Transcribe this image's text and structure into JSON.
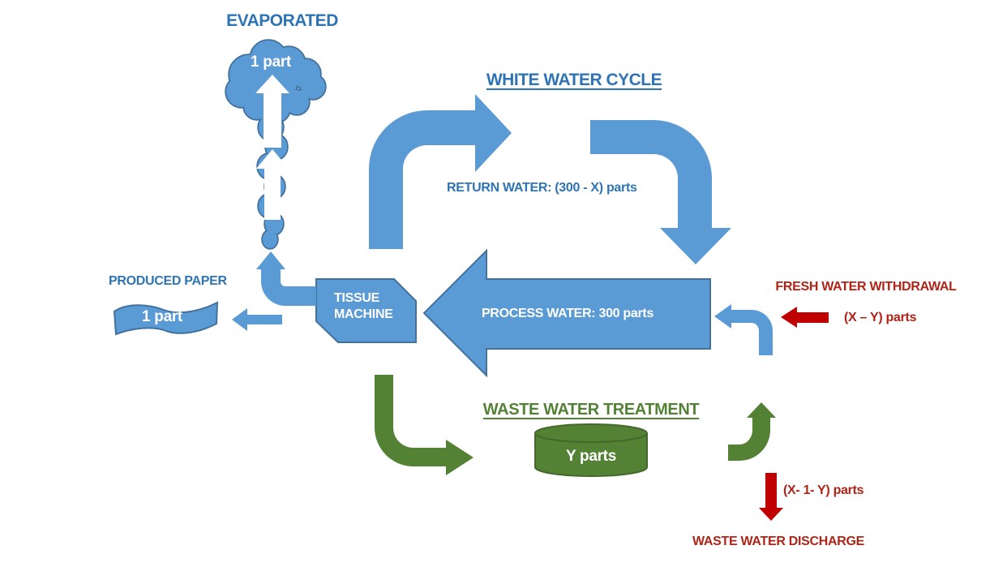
{
  "colors": {
    "blue": "#5B9BD5",
    "blue_border": "#41719C",
    "green": "#548235",
    "green_border": "#44682A",
    "red": "#C00000",
    "text_blue": "#2E74B5",
    "text_green": "#538135",
    "text_red": "#B02418"
  },
  "diagram": {
    "evaporated": {
      "label": "EVAPORATED",
      "amount": "1 part"
    },
    "white_water_cycle": {
      "title": "WHITE WATER CYCLE",
      "return_water": "RETURN WATER: (300 - X) parts",
      "process_water": "PROCESS WATER: 300 parts"
    },
    "tissue_machine": {
      "line1": "TISSUE",
      "line2": "MACHINE"
    },
    "produced_paper": {
      "label": "PRODUCED PAPER",
      "amount": "1 part"
    },
    "fresh_water": {
      "label": "FRESH WATER WITHDRAWAL",
      "amount": "(X – Y) parts"
    },
    "waste_water_treatment": {
      "title": "WASTE WATER TREATMENT",
      "amount": "Y parts"
    },
    "discharge": {
      "amount": "(X- 1- Y) parts",
      "label": "WASTE WATER DISCHARGE"
    }
  }
}
